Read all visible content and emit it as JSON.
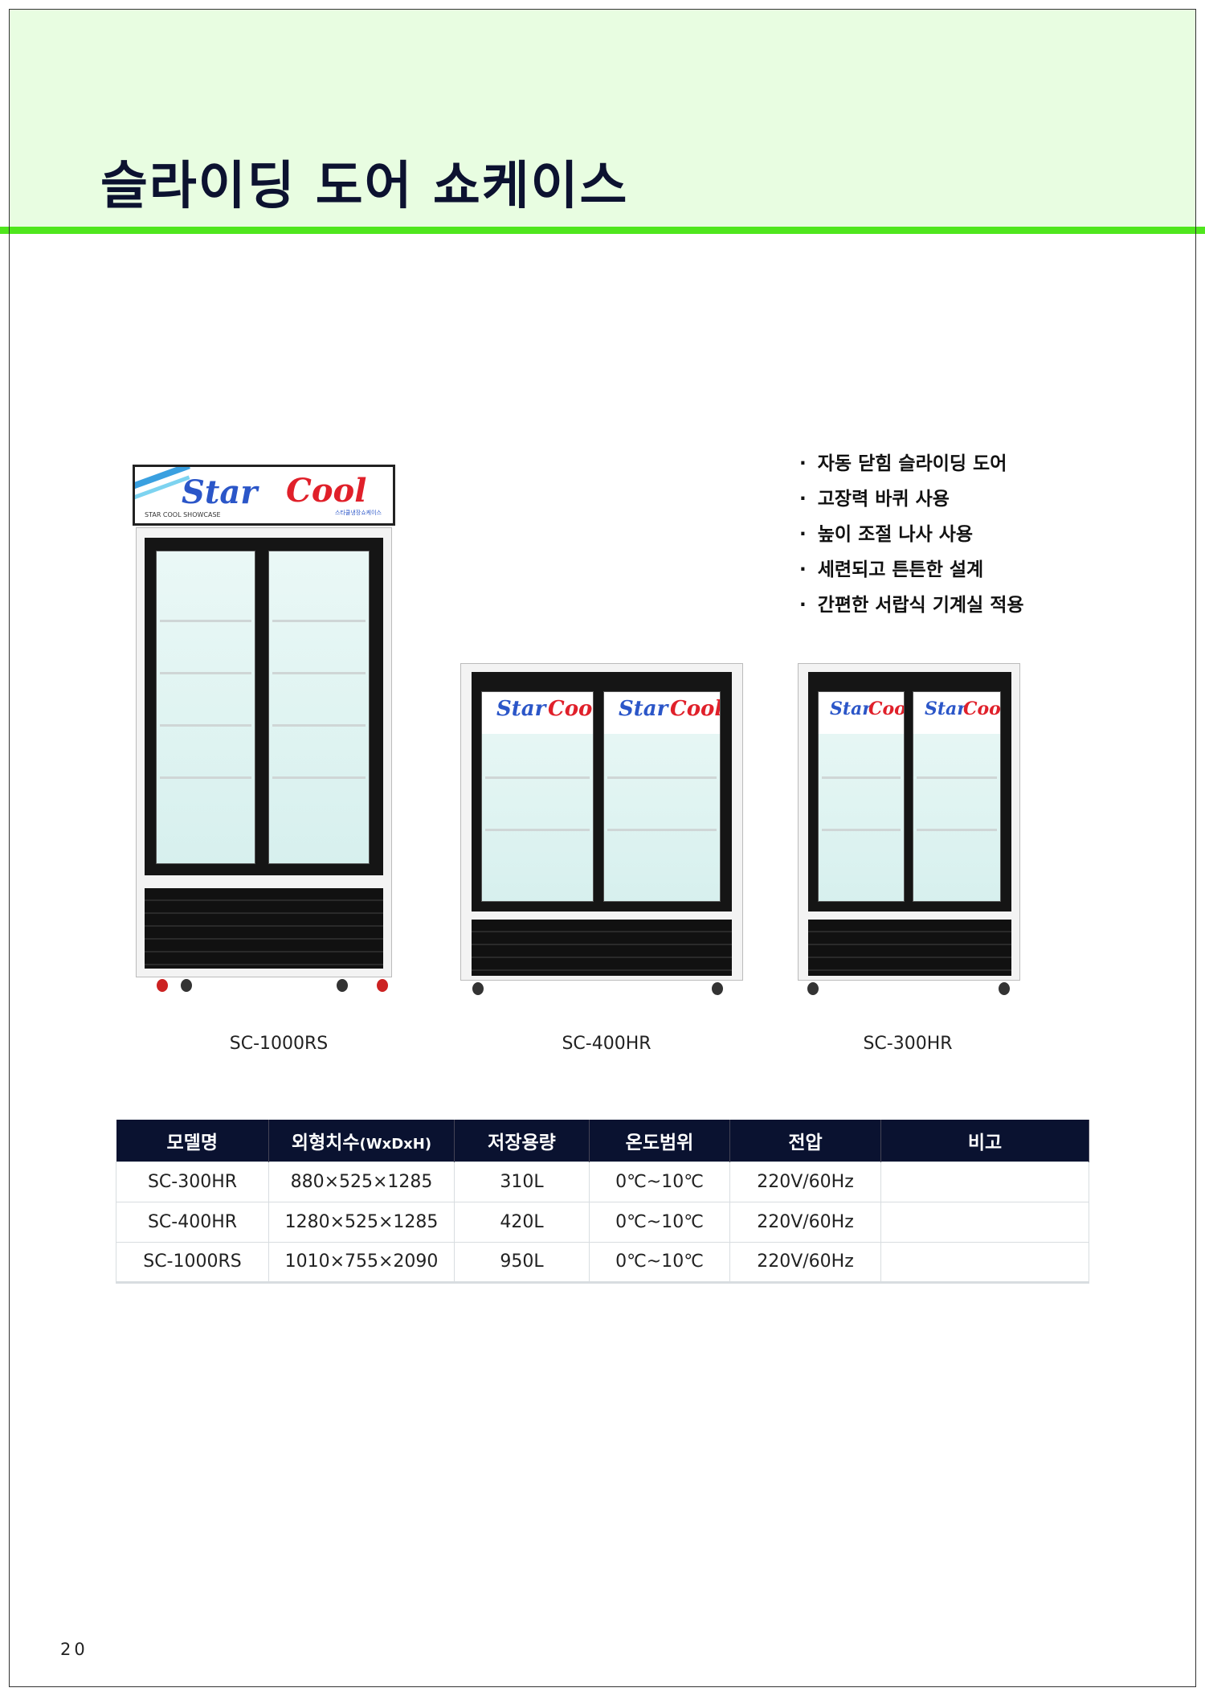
{
  "title": "슬라이딩 도어 쇼케이스",
  "features": [
    "자동 닫힘 슬라이딩 도어",
    "고장력 바퀴 사용",
    "높이 조절 나사 사용",
    "세련되고 튼튼한 설계",
    "간편한 서랍식 기계실 적용"
  ],
  "products": [
    {
      "model": "SC-1000RS",
      "brand_star": "Star",
      "brand_cool": "Cool",
      "sign_sub": "STAR COOL SHOWCASE",
      "sign_kr": "스타쿨냉장쇼케이스"
    },
    {
      "model": "SC-400HR",
      "brand_star": "Star",
      "brand_cool": "Cool"
    },
    {
      "model": "SC-300HR",
      "brand_star": "Star",
      "brand_cool": "Cool"
    }
  ],
  "table": {
    "headers": [
      "모델명",
      "외형치수",
      "(WxDxH)",
      "저장용량",
      "온도범위",
      "전압",
      "비고"
    ],
    "rows": [
      [
        "SC-300HR",
        "880×525×1285",
        "310L",
        "0℃~10℃",
        "220V/60Hz",
        ""
      ],
      [
        "SC-400HR",
        "1280×525×1285",
        "420L",
        "0℃~10℃",
        "220V/60Hz",
        ""
      ],
      [
        "SC-1000RS",
        "1010×755×2090",
        "950L",
        "0℃~10℃",
        "220V/60Hz",
        ""
      ]
    ]
  },
  "page_number": "20",
  "colors": {
    "header_band": "#e8fde1",
    "accent_line": "#4fe61d",
    "table_header": "#0a1230",
    "star_blue": "#2b56c8",
    "cool_red": "#e0202a"
  }
}
